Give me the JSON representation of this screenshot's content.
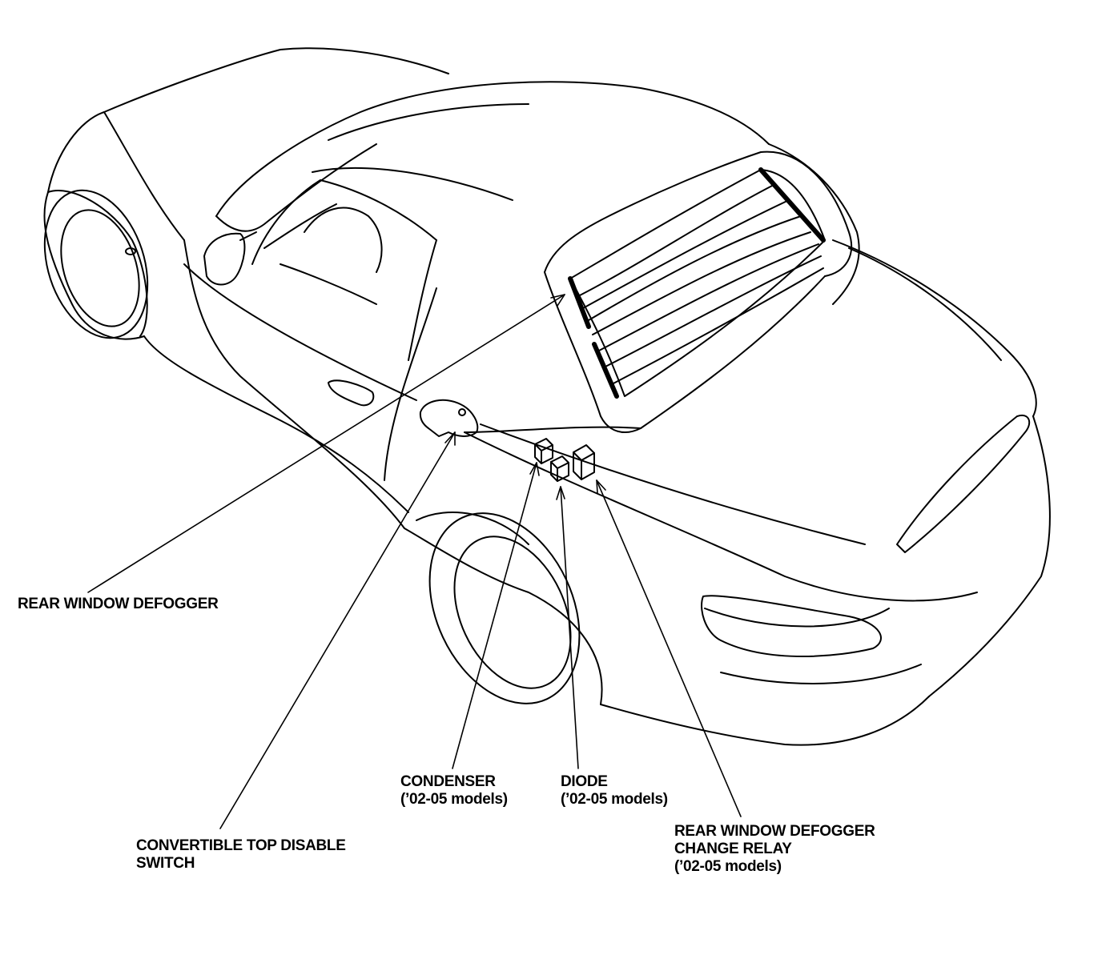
{
  "labels": {
    "rear_window_defogger": "REAR WINDOW DEFOGGER",
    "convertible_top_disable_switch": [
      "CONVERTIBLE TOP DISABLE",
      "SWITCH"
    ],
    "condenser": [
      "CONDENSER",
      "(’02-05 models)"
    ],
    "diode": [
      "DIODE",
      "(’02-05 models)"
    ],
    "defogger_change_relay": [
      "REAR WINDOW DEFOGGER",
      "CHANGE RELAY",
      "(’02-05 models)"
    ]
  },
  "colors": {
    "ink": "#000000",
    "background": "#ffffff"
  }
}
